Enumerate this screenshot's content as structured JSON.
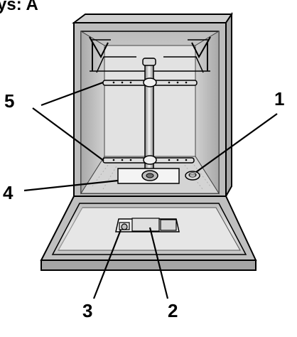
{
  "heading": "ys: A",
  "callouts": {
    "c1": "1",
    "c2": "2",
    "c3": "3",
    "c4": "4",
    "c5": "5"
  },
  "colors": {
    "outline": "#000000",
    "cabinet": "#bdbdbd",
    "interior": "#d6d6d6",
    "interior_light": "#eeeeee",
    "door": "#c6c6c6",
    "door_inner": "#e8e8e8",
    "metal": "#9a9a9a"
  }
}
